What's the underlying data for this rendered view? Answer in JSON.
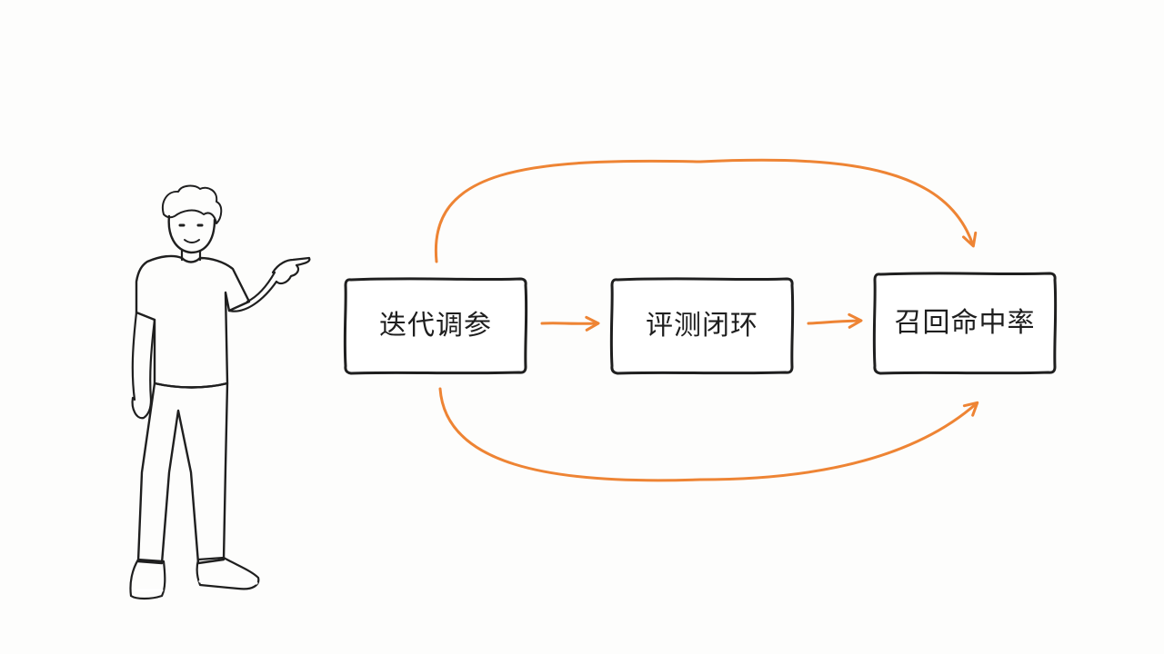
{
  "diagram": {
    "nodes": [
      {
        "id": "tuning",
        "label": "迭代调参"
      },
      {
        "id": "eval",
        "label": "评测闭环"
      },
      {
        "id": "recall",
        "label": "召回命中率"
      }
    ],
    "edges": [
      {
        "from": "tuning",
        "to": "eval",
        "style": "straight"
      },
      {
        "from": "eval",
        "to": "recall",
        "style": "straight"
      },
      {
        "from": "tuning",
        "to": "recall",
        "style": "curve-top"
      },
      {
        "from": "tuning",
        "to": "recall",
        "style": "curve-bottom"
      }
    ]
  },
  "colors": {
    "arrow": "#ee8434",
    "ink": "#1f1f1f",
    "pants": "#5a5c61",
    "shoes": "#3f6fd1",
    "background": "#fdfdfc"
  },
  "illustration": {
    "presenter": "person-pointing-icon"
  }
}
